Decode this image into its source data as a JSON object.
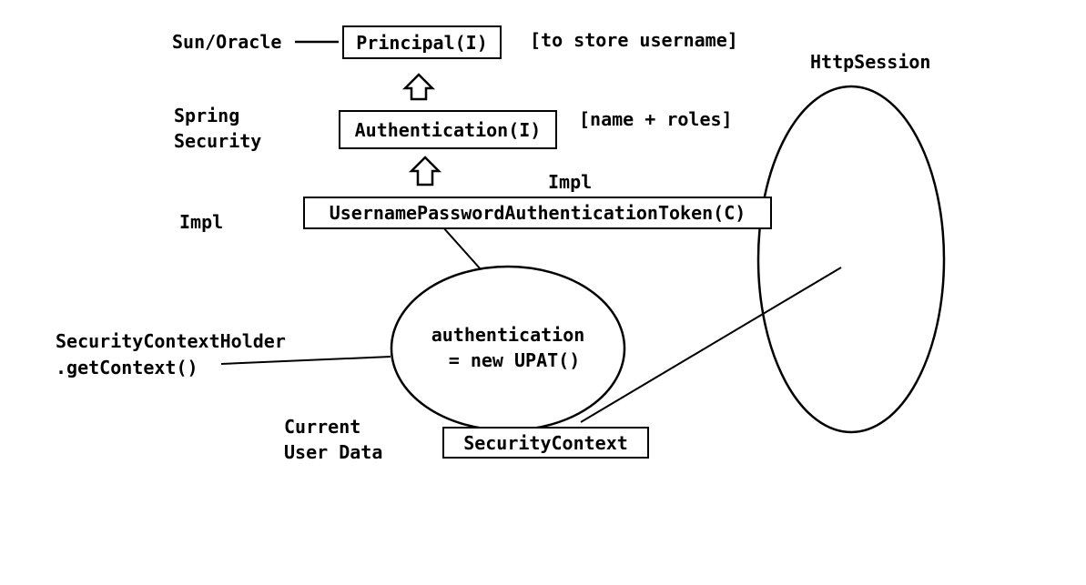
{
  "labels": {
    "sun_oracle": "Sun/Oracle",
    "spring_line1": "Spring",
    "spring_line2": "Security",
    "impl_left": "Impl",
    "impl_top": "Impl",
    "holder_line1": "SecurityContextHolder",
    "holder_line2": ".getContext()",
    "current_line1": "Current",
    "current_line2": "User Data",
    "http_session": "HttpSession",
    "store_username": "[to store username]",
    "name_roles": "[name + roles]"
  },
  "boxes": {
    "principal": "Principal(I)",
    "authentication": "Authentication(I)",
    "token": "UsernamePasswordAuthenticationToken(C)",
    "security_context": "SecurityContext"
  },
  "ellipse_text": {
    "line1": "authentication",
    "line2": "= new UPAT()"
  },
  "colors": {
    "stroke": "#000000",
    "background": "#ffffff"
  }
}
